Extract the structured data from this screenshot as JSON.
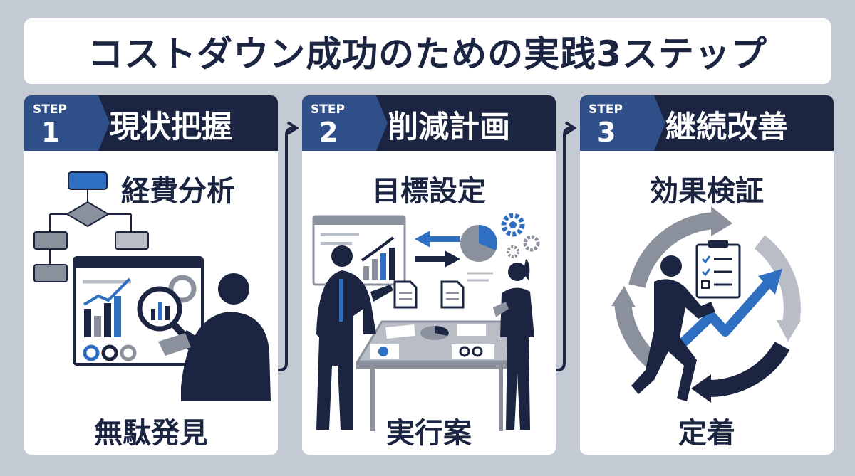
{
  "title": "コストダウン成功のための実践3ステップ",
  "steps": [
    {
      "step_label": "STEP",
      "number": "1",
      "title": "現状把握",
      "subtitle": "経費分析",
      "bottom": "無駄発見"
    },
    {
      "step_label": "STEP",
      "number": "2",
      "title": "削減計画",
      "subtitle": "目標設定",
      "bottom": "実行案"
    },
    {
      "step_label": "STEP",
      "number": "3",
      "title": "継続改善",
      "subtitle": "効果検証",
      "bottom": "定着"
    }
  ],
  "colors": {
    "navy": "#1b2440",
    "blue": "#2f4f88",
    "accent": "#2e6fc2",
    "gray": "#8a919c",
    "background": "#c4cad3"
  },
  "icons": [
    "flowchart-icon",
    "dashboard-icon",
    "magnifier-icon",
    "analyst-silhouette-icon",
    "report-chart-icon",
    "pie-chart-icon",
    "gear-icon",
    "document-icon",
    "meeting-people-icon",
    "table-icon",
    "cycle-arrows-icon",
    "checklist-icon",
    "rising-arrow-icon",
    "pushing-person-icon"
  ]
}
